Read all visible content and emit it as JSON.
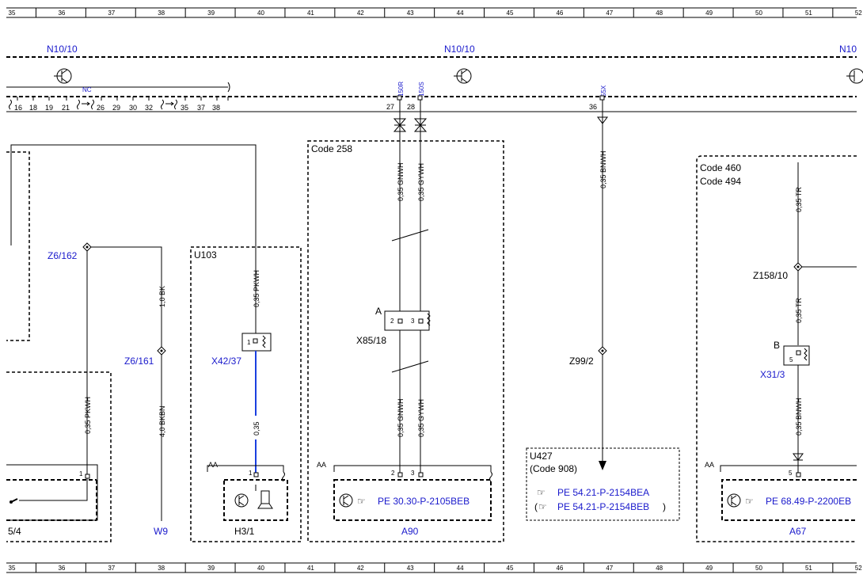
{
  "grid": [
    "35",
    "36",
    "37",
    "38",
    "39",
    "40",
    "41",
    "42",
    "43",
    "44",
    "45",
    "46",
    "47",
    "48",
    "49",
    "50",
    "51",
    "52"
  ],
  "ecu_labels": [
    "N10/10",
    "N10/10",
    "N10"
  ],
  "nc_label": "NC",
  "top_pins": [
    "16",
    "18",
    "19",
    "21",
    "26",
    "29",
    "30",
    "32",
    "35",
    "37",
    "38"
  ],
  "pin_27": "27",
  "pin_28": "28",
  "pin_36": "36",
  "sig_150r": "150R",
  "sig_150s": "150S",
  "sig_55x": "55X",
  "code258": "Code 258",
  "code460": "Code 460",
  "code494": "Code 494",
  "u103": "U103",
  "u427": "U427",
  "code908": "(Code 908)",
  "wires": {
    "w_gnwh_top": "0,35 GNWH",
    "w_gywh_top": "0,35 GYWH",
    "w_bnwh_mid": "0,35 BNWH",
    "w_tr_top": "0,35 TR",
    "w_1bk": "1,0 BK",
    "w_pkwh_u103": "0,35 PKWH",
    "w_pkwh_left": "0,35 PKWH",
    "w_4bkbn": "4,0 BKBN",
    "w_035": "0,35",
    "w_gnwh_bot": "0,35 GNWH",
    "w_gywh_bot": "0,35 GYWH",
    "w_tr_mid": "0,35 TR",
    "w_bnwh_right": "0,35 BNWH"
  },
  "conn": {
    "z6_162": "Z6/162",
    "z6_161": "Z6/161",
    "x42_37": "X42/37",
    "x85_18": "X85/18",
    "x85_a": "A",
    "pin2": "2",
    "pin3": "3",
    "z99_2": "Z99/2",
    "z158_10": "Z158/10",
    "x31_3": "X31/3",
    "x31_b": "B",
    "pin5": "5",
    "pin1": "1"
  },
  "aa": "AA",
  "pe_a90": "PE 30.30-P-2105BEB",
  "pe_u427a": "PE 54.21-P-2154BEA",
  "pe_u427b": "PE 54.21-P-2154BEB",
  "paren_open": "(",
  "paren_close": ")",
  "pe_a67": "PE 68.49-P-2200EB",
  "comp": {
    "c54": "5/4",
    "w9": "W9",
    "h31": "H3/1",
    "a90": "A90",
    "a67": "A67"
  }
}
